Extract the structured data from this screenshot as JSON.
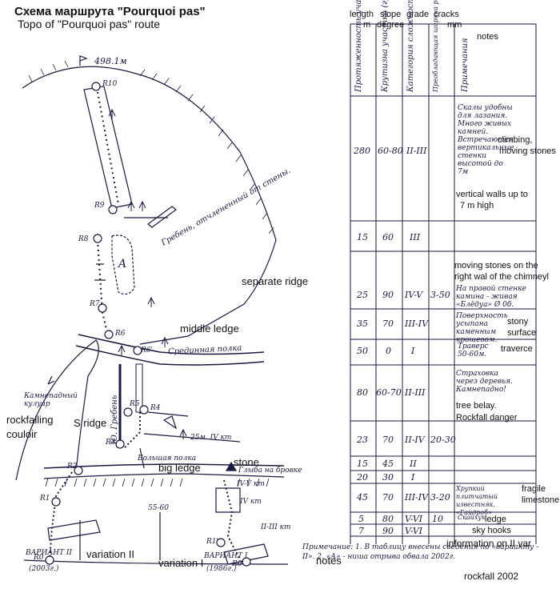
{
  "title": "Схема маршрута \"Pourquoi pas\"",
  "subtitle": "Topo of \"Pourquoi pas\" route",
  "topo": {
    "summit_elevation": "498.1м",
    "belays": [
      "R10",
      "R9",
      "R8",
      "R7",
      "R6",
      "R6'",
      "R5",
      "R4",
      "R3",
      "R2",
      "R1",
      "R0",
      "R1'",
      "R0'"
    ],
    "feature_A": "A",
    "ru_labels": {
      "separate_ridge": "Гребень, отчлененный от стены.",
      "middle_ledge": "Срединная полка",
      "couloir": "Камнепадный кулуар",
      "s_ridge": "Ю. Гребень",
      "big_ledge": "Большая полка",
      "stone_ledge": "Глыба на бровке",
      "variant2": "ВАРИАНТ II",
      "variant2_year": "(2003г.)",
      "variant1": "ВАРИАНТ I",
      "variant1_year": "(1986г.)",
      "length_25": "25м. IV кт",
      "length_5560": "55-60",
      "grade_iv_v": "IV-V кт",
      "grade_iv": "IV кт",
      "grade_ii_iii": "II-III кт"
    },
    "en_labels": {
      "separate_ridge": "separate ridge",
      "middle_ledge": "middle ledge",
      "rockfalling": "rockfalling",
      "couloir": "couloir",
      "s_ridge": "S ridge",
      "big_ledge": "big ledge",
      "stone": "stone",
      "variation2": "variation II",
      "variation1": "variation I"
    }
  },
  "table": {
    "en_headers": [
      "length",
      "slope",
      "grade",
      "cracks",
      "m",
      "degree",
      "mm",
      "notes"
    ],
    "ru_headers": [
      "Протяженность участка (м)",
      "Крутизна участка (град)",
      "Категория сложности",
      "Преобладающая ширина рабочих трещин (мм)",
      "Примечания"
    ],
    "rows": [
      {
        "length": "280",
        "slope": "60-80",
        "grade": "II-III",
        "cracks": "",
        "note_ru": "Скалы удобны для лазания. Много живых камней. Встречаются вертикальные стенки высотой до 7м",
        "note_en": [
          "climbing,",
          "moving stones",
          "vertical walls up to",
          "7 m high"
        ]
      },
      {
        "length": "15",
        "slope": "60",
        "grade": "III",
        "cracks": "",
        "note_ru": "",
        "note_en": []
      },
      {
        "length": "25",
        "slope": "90",
        "grade": "IV-V",
        "cracks": "3-50",
        "note_ru": "На правой стенке камина - живая «Блёдуа» Ø 0б.",
        "note_en": [
          "moving stones on the",
          "right wal of the chimneyl"
        ]
      },
      {
        "length": "35",
        "slope": "70",
        "grade": "III-IV",
        "cracks": "",
        "note_ru": "Поверхность усыпана каменным крошевом.",
        "note_en": [
          "stony",
          "surface"
        ]
      },
      {
        "length": "50",
        "slope": "0",
        "grade": "I",
        "cracks": "",
        "note_ru": "Траверс 50-60м.",
        "note_en": [
          "traverce"
        ]
      },
      {
        "length": "80",
        "slope": "60-70",
        "grade": "II-III",
        "cracks": "",
        "note_ru": "Страховка через деревья. Камнепадно!",
        "note_en": [
          "tree belay.",
          "Rockfall danger"
        ]
      },
      {
        "length": "23",
        "slope": "70",
        "grade": "II-IV",
        "cracks": "20-30",
        "note_ru": "",
        "note_en": []
      },
      {
        "length": "15",
        "slope": "45",
        "grade": "II",
        "cracks": "",
        "note_ru": "",
        "note_en": []
      },
      {
        "length": "20",
        "slope": "30",
        "grade": "I",
        "cracks": "",
        "note_ru": "",
        "note_en": []
      },
      {
        "length": "45",
        "slope": "70",
        "grade": "III-IV",
        "cracks": "3-20",
        "note_ru": "Хрупкий плитчатый известняк. «Гайдроб»",
        "note_en": [
          "fragile",
          "limestone"
        ]
      },
      {
        "length": "5",
        "slope": "80",
        "grade": "V-VI",
        "cracks": "10",
        "note_ru": "Скайхук",
        "note_en": [
          "ledge"
        ]
      },
      {
        "length": "7",
        "slope": "90",
        "grade": "V-VI",
        "cracks": "",
        "note_ru": "",
        "note_en": [
          "sky hooks"
        ]
      }
    ],
    "footnote_ru": "Примечание: 1. В таблицу внесены сведения по «варианту - II». 2. «А» - ниша отрыва обвала 2002г.",
    "footnote_en_notes": "notes",
    "footnote_en_info": "information on II var",
    "footnote_en_rockfall": "rockfall 2002"
  }
}
